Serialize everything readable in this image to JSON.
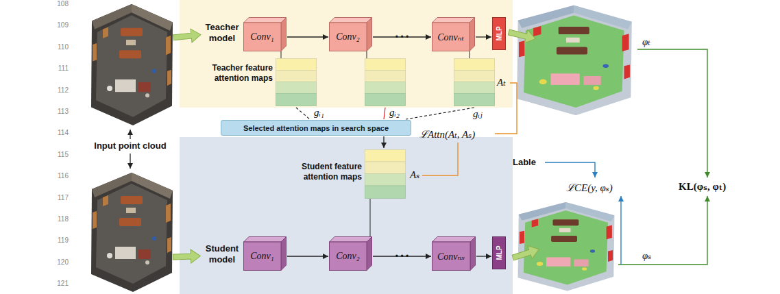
{
  "diagram": {
    "nodes": [
      {
        "text": [
          "Teacher model",
          "Teacher feature attention maps"
        ]
      },
      {
        "text": [
          "Conv₁"
        ],
        "in": 0
      },
      {
        "text": [
          "Conv₂"
        ],
        "in": 0
      },
      {
        "text": [
          "Convₙₜ"
        ],
        "in": 0
      },
      {
        "text": [
          "MLP"
        ],
        "in": 0
      },
      {
        "text": [
          "Selected attention maps in search space"
        ]
      },
      {
        "text": [
          "Student feature attention maps",
          "Student model"
        ]
      },
      {
        "text": [
          "Conv₁"
        ],
        "in": 6
      },
      {
        "text": [
          "Conv₂"
        ],
        "in": 6
      },
      {
        "text": [
          "Convₙₛ"
        ],
        "in": 6
      },
      {
        "text": [
          "MLP"
        ],
        "in": 6
      }
    ],
    "edges": [
      {
        "from": 1,
        "to": 2,
        "arrow": "to"
      },
      {
        "from": 2,
        "to": 3,
        "label": "• • •",
        "arrow": "to"
      },
      {
        "from": 3,
        "to": 4,
        "arrow": "to"
      },
      {
        "from": 7,
        "to": 8,
        "arrow": "to"
      },
      {
        "from": 8,
        "to": 9,
        "label": "• • •",
        "arrow": "to"
      },
      {
        "from": 9,
        "to": 10,
        "arrow": "to"
      }
    ],
    "labels": [
      "108",
      "109",
      "110",
      "111",
      "112",
      "113",
      "114",
      "115",
      "116",
      "117",
      "118",
      "119",
      "120",
      "121",
      "Input point cloud",
      "Aₜ",
      "gᵢ₁",
      "gᵢ₂",
      "gᵢⱼ",
      "ℒAttn(Aₜ, Aₛ)",
      "Aₛ",
      "φₜ",
      "Lable",
      "ℒCE(y, φₛ)",
      "KL(φₛ, φₜ)",
      "φₛ"
    ]
  }
}
